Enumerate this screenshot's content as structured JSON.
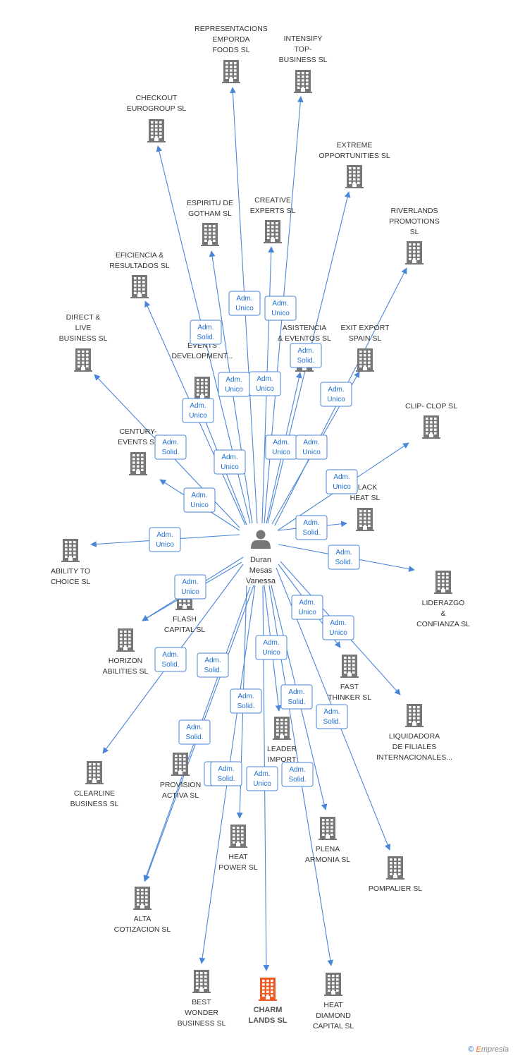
{
  "center_person": {
    "lines": [
      "Duran",
      "Mesas",
      "Vanessa"
    ]
  },
  "colors": {
    "edge": "#4a86d8",
    "building": "#777777",
    "highlight": "#f05a23",
    "badge_border": "#4a86d8",
    "badge_text": "#1e6fd1"
  },
  "companies": [
    {
      "id": "representacions",
      "lines": [
        "REPRESENTACIONS",
        "EMPORDA",
        "FOODS  SL"
      ],
      "highlight": false
    },
    {
      "id": "intensify",
      "lines": [
        "INTENSIFY",
        "TOP-",
        "BUSINESS SL"
      ],
      "highlight": false
    },
    {
      "id": "checkout",
      "lines": [
        "CHECKOUT",
        "EUROGROUP SL"
      ],
      "highlight": false
    },
    {
      "id": "extreme",
      "lines": [
        "EXTREME",
        "OPPORTUNITIES SL"
      ],
      "highlight": false
    },
    {
      "id": "espiritu",
      "lines": [
        "ESPIRITU DE",
        "GOTHAM  SL"
      ],
      "highlight": false
    },
    {
      "id": "creative",
      "lines": [
        "CREATIVE",
        "EXPERTS  SL"
      ],
      "highlight": false
    },
    {
      "id": "riverlands",
      "lines": [
        "RIVERLANDS",
        "PROMOTIONS",
        "SL"
      ],
      "highlight": false
    },
    {
      "id": "eficiencia",
      "lines": [
        "EFICIENCIA &",
        "RESULTADOS SL"
      ],
      "highlight": false
    },
    {
      "id": "direct",
      "lines": [
        "DIRECT &",
        "LIVE",
        "BUSINESS SL"
      ],
      "highlight": false
    },
    {
      "id": "elite",
      "lines": [
        "ELITE",
        "EVENTS",
        "DEVELOPMENT..."
      ],
      "highlight": false
    },
    {
      "id": "asistencia",
      "lines": [
        "ASISTENCIA",
        "& EVENTOS  SL"
      ],
      "highlight": false
    },
    {
      "id": "exitexport",
      "lines": [
        "EXIT EXPORT",
        "SPAIN SL"
      ],
      "highlight": false
    },
    {
      "id": "clipclop",
      "lines": [
        "CLIP- CLOP SL"
      ],
      "highlight": false
    },
    {
      "id": "century",
      "lines": [
        "CENTURY-",
        "EVENTS  SL"
      ],
      "highlight": false
    },
    {
      "id": "blackheat",
      "lines": [
        "BLACK",
        "HEAT SL"
      ],
      "highlight": false
    },
    {
      "id": "ability",
      "lines": [
        "ABILITY TO",
        "CHOICE SL"
      ],
      "highlight": false
    },
    {
      "id": "liderazgo",
      "lines": [
        "LIDERAZGO",
        "&",
        "CONFIANZA SL"
      ],
      "highlight": false
    },
    {
      "id": "flash",
      "lines": [
        "FLASH",
        "CAPITAL SL"
      ],
      "highlight": false
    },
    {
      "id": "horizon",
      "lines": [
        "HORIZON",
        "ABILITIES SL"
      ],
      "highlight": false
    },
    {
      "id": "fastthinker",
      "lines": [
        "FAST",
        "THINKER  SL"
      ],
      "highlight": false
    },
    {
      "id": "liquidadora",
      "lines": [
        "LIQUIDADORA",
        "DE FILIALES",
        "INTERNACIONALES..."
      ],
      "highlight": false
    },
    {
      "id": "leaderimport",
      "lines": [
        "LEADER",
        "IMPORT"
      ],
      "highlight": false
    },
    {
      "id": "clearline",
      "lines": [
        "CLEARLINE",
        "BUSINESS SL"
      ],
      "highlight": false
    },
    {
      "id": "provision",
      "lines": [
        "PROVISION",
        "ACTIVA SL"
      ],
      "highlight": false
    },
    {
      "id": "heatpower",
      "lines": [
        "HEAT",
        "POWER SL"
      ],
      "highlight": false
    },
    {
      "id": "plena",
      "lines": [
        "PLENA",
        "ARMONIA SL"
      ],
      "highlight": false
    },
    {
      "id": "pompalier",
      "lines": [
        "POMPALIER SL"
      ],
      "highlight": false
    },
    {
      "id": "alta",
      "lines": [
        "ALTA",
        "COTIZACION SL"
      ],
      "highlight": false
    },
    {
      "id": "bestwonder",
      "lines": [
        "BEST",
        "WONDER",
        "BUSINESS SL"
      ],
      "highlight": false
    },
    {
      "id": "charm",
      "lines": [
        "CHARM",
        "LANDS  SL"
      ],
      "highlight": true
    },
    {
      "id": "heatdiamond",
      "lines": [
        "HEAT",
        "DIAMOND",
        "CAPITAL SL"
      ],
      "highlight": false
    }
  ],
  "relations": [
    {
      "target": "representacions",
      "lines": [
        "Adm.",
        "Unico"
      ]
    },
    {
      "target": "intensify",
      "lines": [
        "Adm.",
        "Unico"
      ]
    },
    {
      "target": "checkout",
      "lines": [
        "Adm.",
        "Solid."
      ]
    },
    {
      "target": "extreme",
      "lines": [
        "Adm.",
        "Solid."
      ]
    },
    {
      "target": "espiritu",
      "lines": [
        "Adm.",
        "Unico"
      ]
    },
    {
      "target": "creative",
      "lines": [
        "Adm.",
        "Unico"
      ]
    },
    {
      "target": "riverlands",
      "lines": [
        "Adm.",
        "Unico"
      ]
    },
    {
      "target": "eficiencia",
      "lines": [
        "Adm.",
        "Unico"
      ]
    },
    {
      "target": "direct",
      "lines": [
        "Adm.",
        "Solid."
      ]
    },
    {
      "target": "elite",
      "lines": [
        "Adm.",
        "Unico"
      ]
    },
    {
      "target": "asistencia",
      "lines": [
        "Adm.",
        "Unico"
      ]
    },
    {
      "target": "exitexport",
      "lines": [
        "Adm.",
        "Unico"
      ]
    },
    {
      "target": "clipclop",
      "lines": [
        "Adm.",
        "Unico"
      ]
    },
    {
      "target": "century",
      "lines": [
        "Adm.",
        "Unico"
      ]
    },
    {
      "target": "blackheat",
      "lines": [
        "Adm.",
        "Solid."
      ]
    },
    {
      "target": "ability",
      "lines": [
        "Adm.",
        "Unico"
      ]
    },
    {
      "target": "liderazgo",
      "lines": [
        "Adm.",
        "Solid."
      ]
    },
    {
      "target": "flash",
      "lines": [
        "Adm.",
        "Unico"
      ]
    },
    {
      "target": "horizon",
      "lines": [
        "Adm.",
        "Solid."
      ]
    },
    {
      "target": "fastthinker",
      "lines": [
        "Adm.",
        "Unico"
      ]
    },
    {
      "target": "liquidadora",
      "lines": [
        "Adm.",
        "Unico"
      ]
    },
    {
      "target": "leaderimport",
      "lines": [
        "Adm.",
        "Unico"
      ]
    },
    {
      "target": "clearline",
      "lines": [
        "Adm.",
        "Solid."
      ]
    },
    {
      "target": "provision",
      "lines": [
        "Adm.",
        "Solid."
      ]
    },
    {
      "target": "heatpower",
      "lines": [
        "Adm.",
        "Solid."
      ]
    },
    {
      "target": "plena",
      "lines": [
        "Adm.",
        "Solid."
      ]
    },
    {
      "target": "pompalier",
      "lines": [
        "Adm.",
        "Solid."
      ]
    },
    {
      "target": "alta",
      "lines": [
        "Adm.",
        "Solid."
      ]
    },
    {
      "target": "bestwonder",
      "lines": [
        "Adm.",
        "Solid."
      ]
    },
    {
      "target": "charm",
      "lines": [
        "Adm.",
        "Unico"
      ]
    },
    {
      "target": "heatdiamond",
      "lines": [
        "Adm.",
        "Solid."
      ]
    }
  ],
  "footer": {
    "copyright": "©",
    "brand_first": "E",
    "brand_rest": "mpresia"
  }
}
